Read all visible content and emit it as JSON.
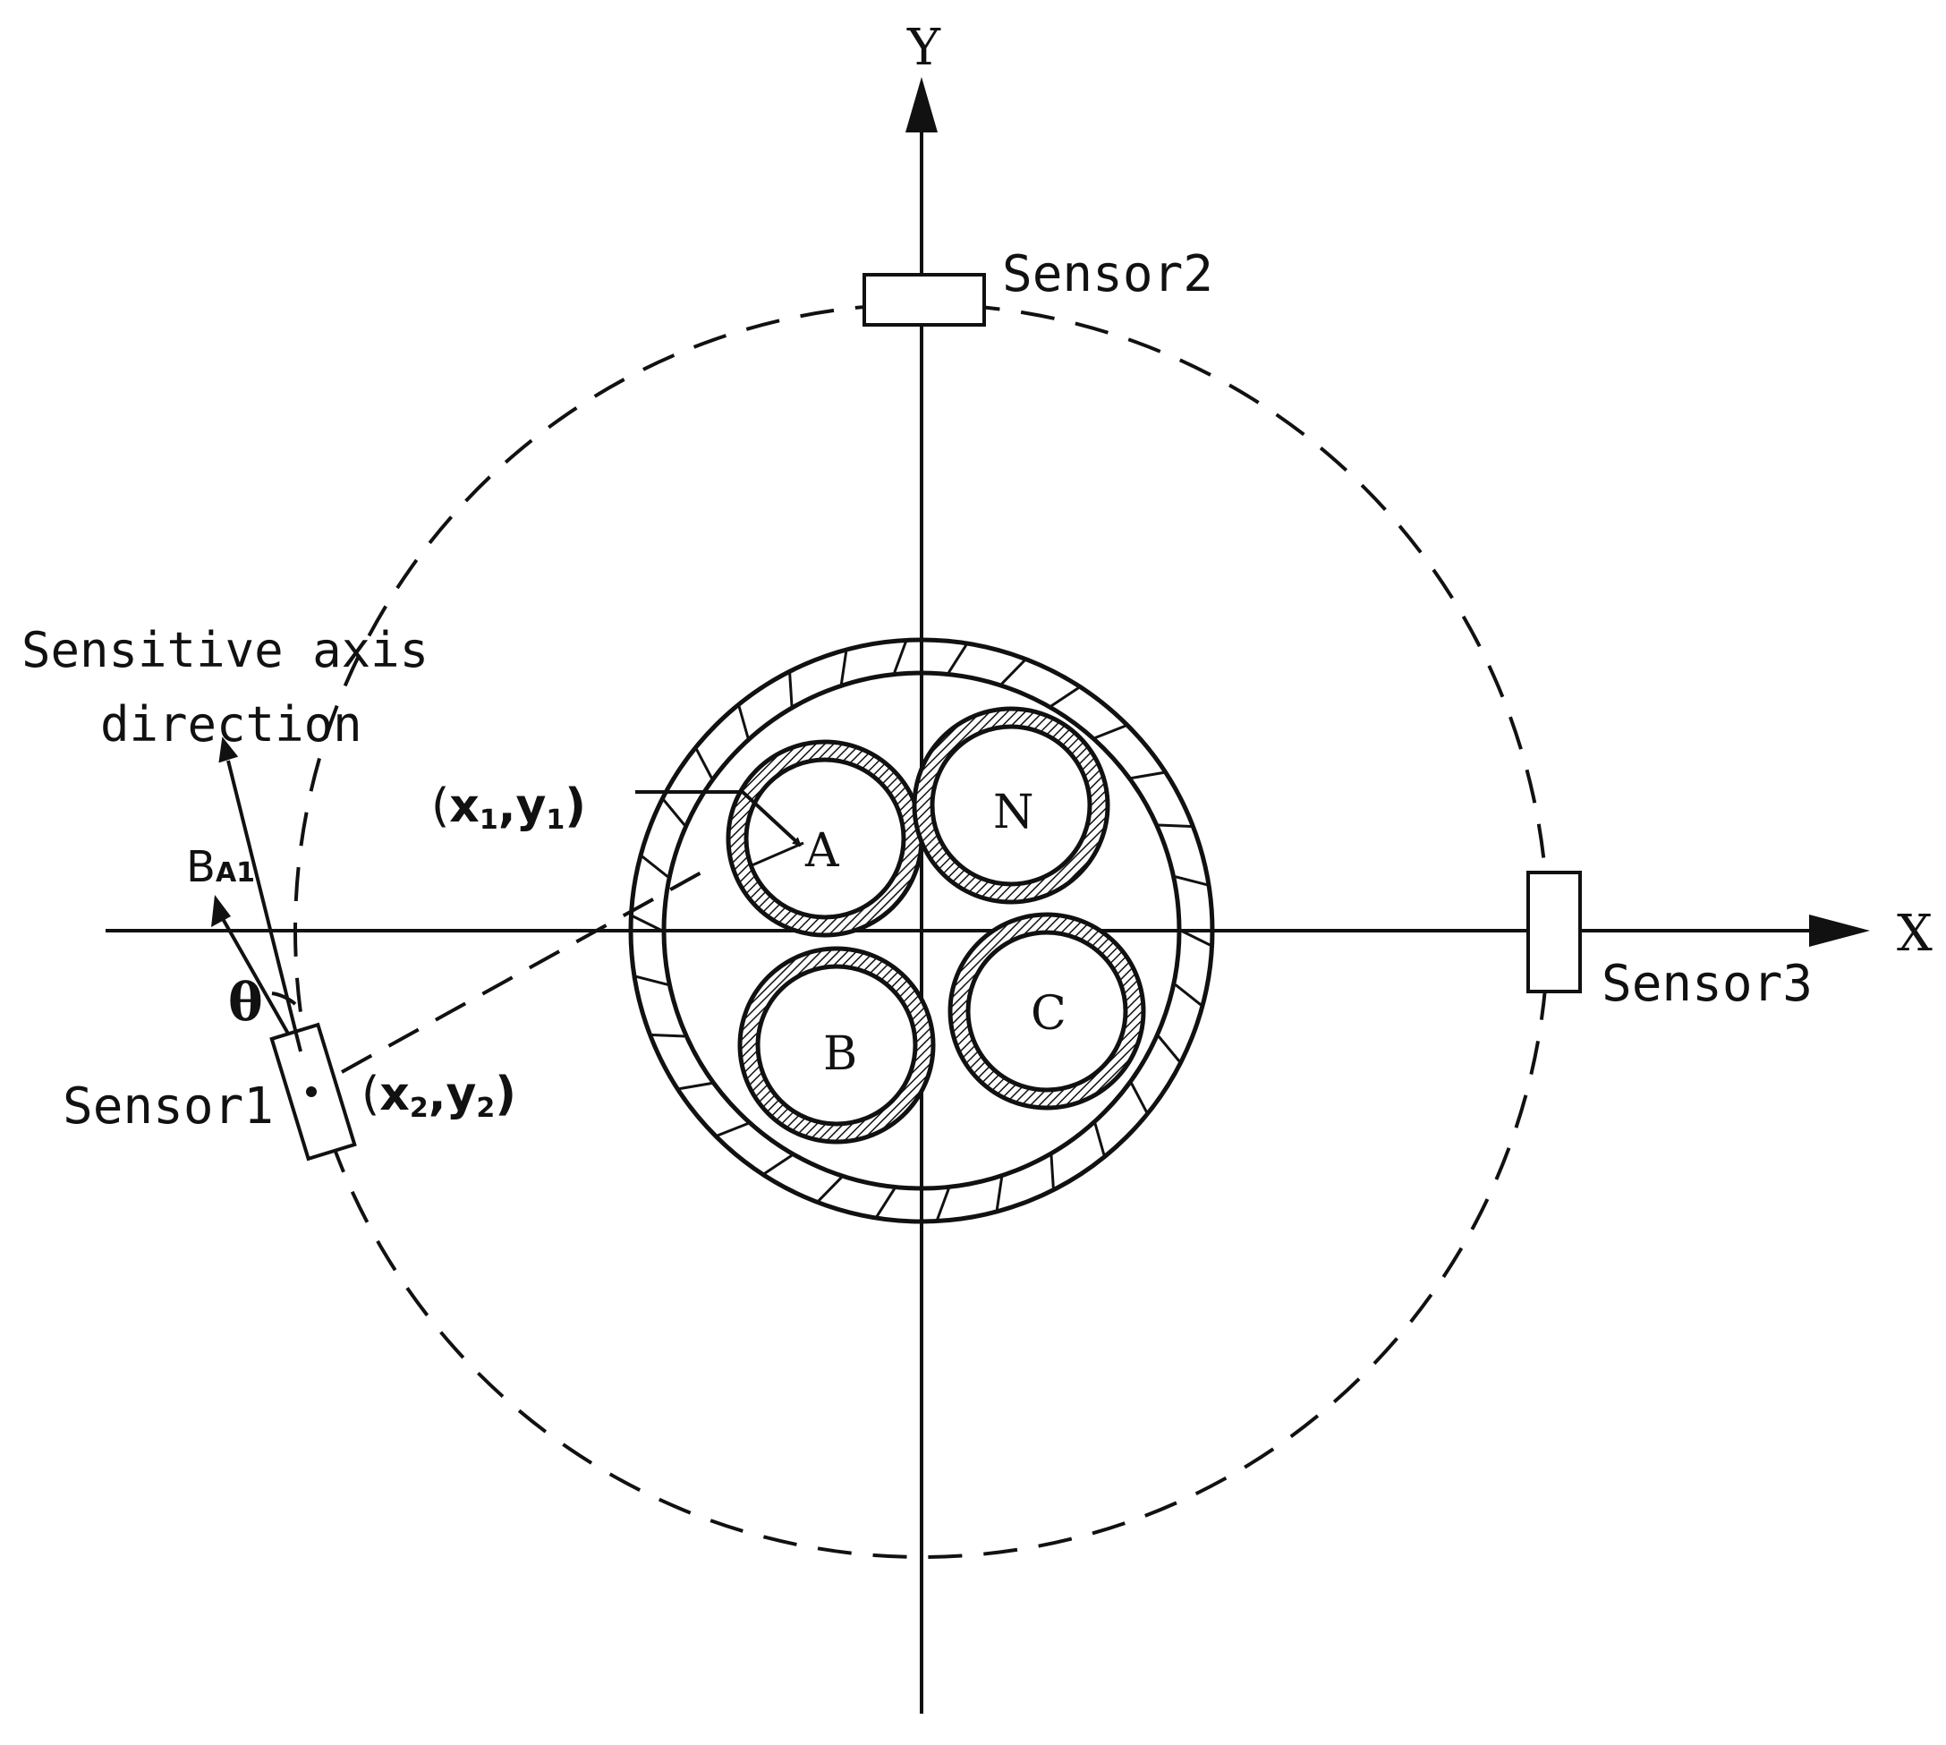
{
  "axes": {
    "x_label": "X",
    "y_label": "Y"
  },
  "sensors": {
    "sensor1": "Sensor1",
    "sensor2": "Sensor2",
    "sensor3": "Sensor3"
  },
  "conductors": {
    "a": "A",
    "n": "N",
    "b": "B",
    "c": "C"
  },
  "annotations": {
    "sensitive_axis_line1": "Sensitive axis",
    "sensitive_axis_line2": "direction",
    "field_main": "B",
    "field_sub": "A1",
    "angle": "θ",
    "point1_open": "(",
    "point1_x": "x",
    "point1_x_sub": "1",
    "point1_comma": ",",
    "point1_y": "y",
    "point1_y_sub": "1",
    "point1_close": ")",
    "point2_open": "(",
    "point2_x": "x",
    "point2_x_sub": "2",
    "point2_comma": ",",
    "point2_y": "y",
    "point2_y_sub": "2",
    "point2_close": ")"
  },
  "colors": {
    "ink": "#111111",
    "background": "#ffffff"
  }
}
